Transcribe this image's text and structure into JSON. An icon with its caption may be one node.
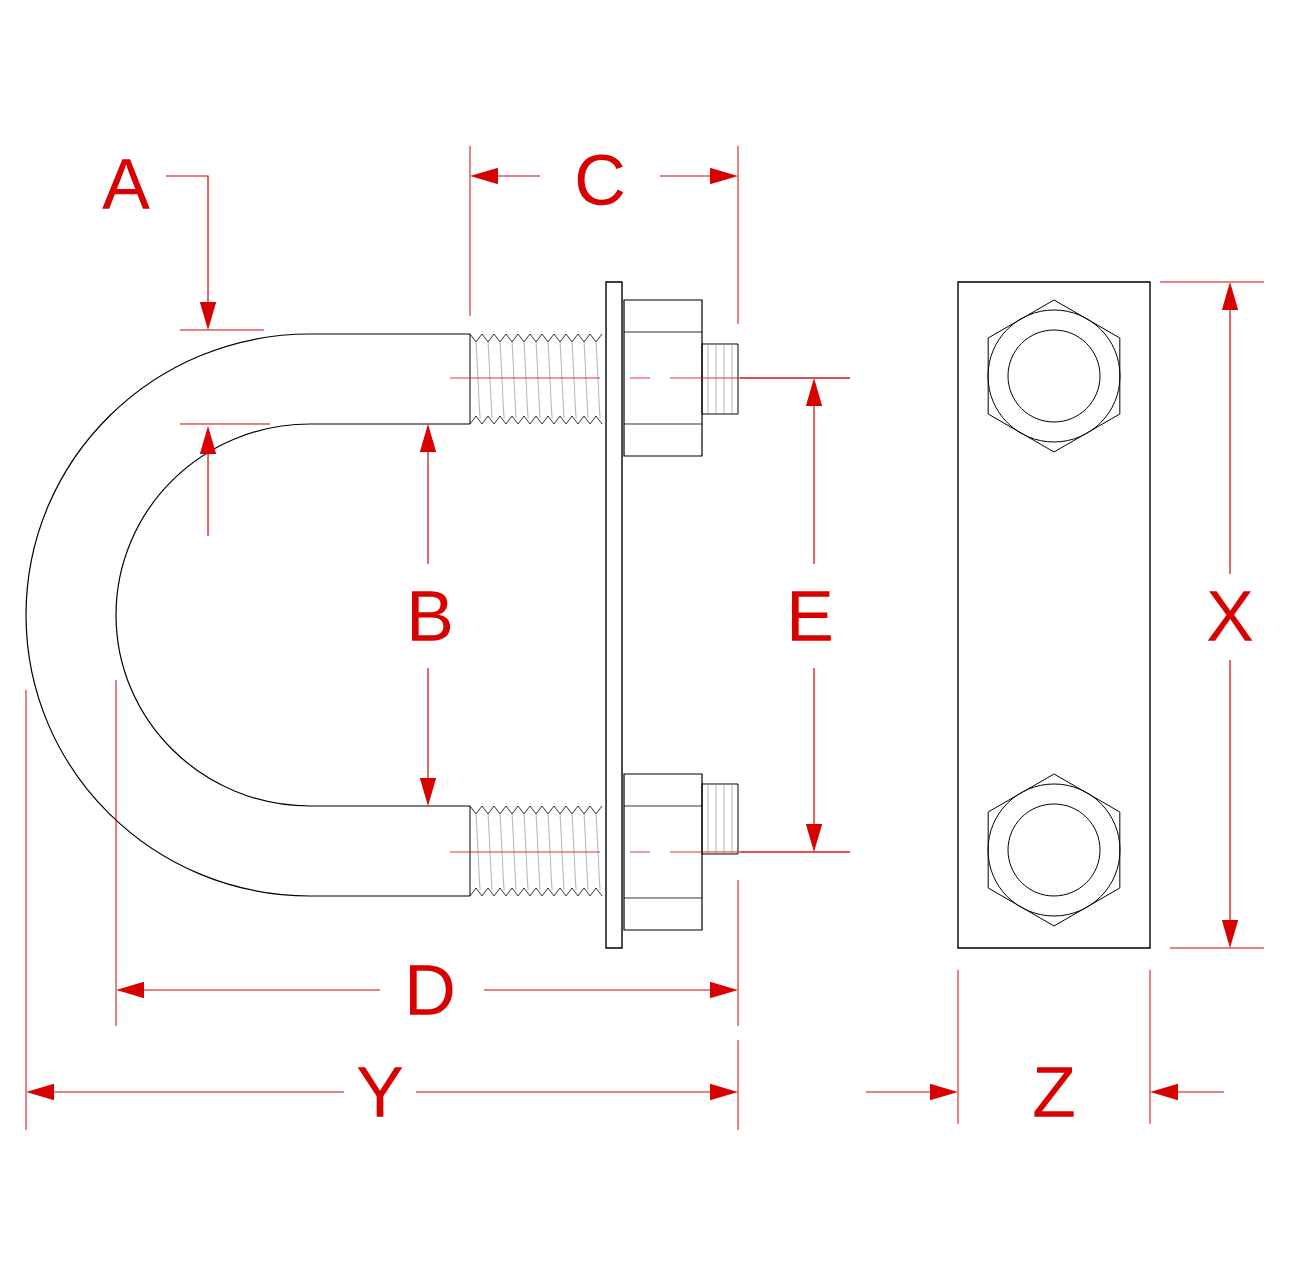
{
  "diagram": {
    "labels": [
      "A",
      "C",
      "B",
      "E",
      "X",
      "D",
      "Y",
      "Z"
    ]
  }
}
